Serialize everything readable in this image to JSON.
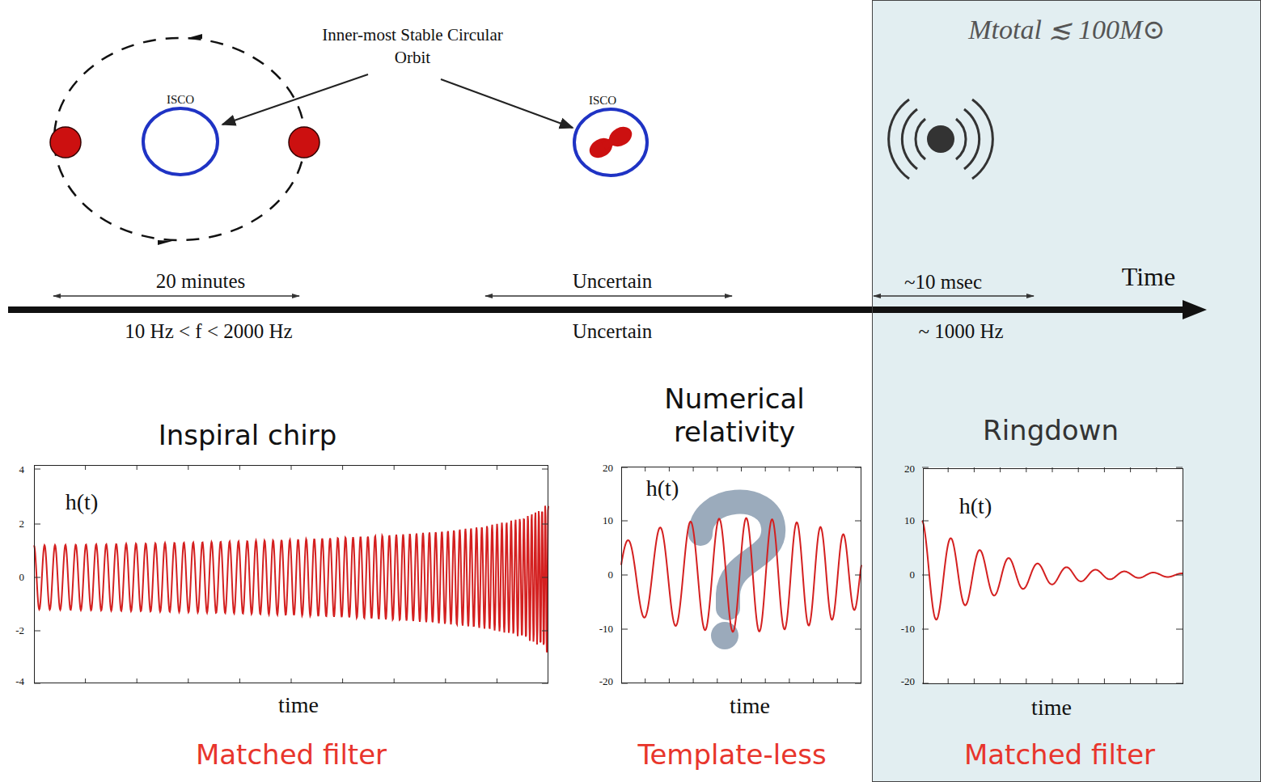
{
  "diagram": {
    "nodes": [
      {
        "text": [
          "Inspiral chirp",
          "h(t)",
          "time"
        ]
      },
      {
        "text": [
          "Numerical relativity",
          "h(t)",
          "time"
        ]
      },
      {
        "text": [
          "Mtotal ≲ 100M⊙"
        ]
      },
      {
        "text": [
          "Ringdown",
          "h(t)",
          "time"
        ],
        "in": 2
      }
    ],
    "labels": [
      "Inner-most Stable Circular Orbit",
      "ISCO",
      "ISCO",
      "20 minutes",
      "Uncertain",
      "~10 msec",
      "Time",
      "10 Hz < f < 2000 Hz",
      "Uncertain",
      "~ 1000 Hz",
      "4",
      "2",
      "0",
      "-2",
      "-4",
      "20",
      "10",
      "0",
      "-10",
      "-20",
      "20",
      "10",
      "0",
      "-10",
      "-20",
      "Matched filter",
      "Template-less",
      "Matched filter"
    ]
  }
}
